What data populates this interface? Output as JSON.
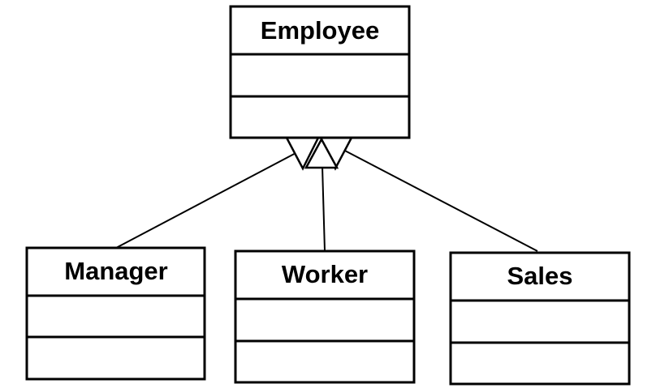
{
  "diagram": {
    "type": "uml-class-inheritance",
    "parent": {
      "name": "Employee",
      "attributes": [],
      "methods": []
    },
    "children": [
      {
        "name": "Manager",
        "attributes": [],
        "methods": []
      },
      {
        "name": "Worker",
        "attributes": [],
        "methods": []
      },
      {
        "name": "Sales",
        "attributes": [],
        "methods": []
      }
    ],
    "relationship": "generalization",
    "colors": {
      "stroke": "#000000",
      "fill": "#ffffff"
    }
  }
}
